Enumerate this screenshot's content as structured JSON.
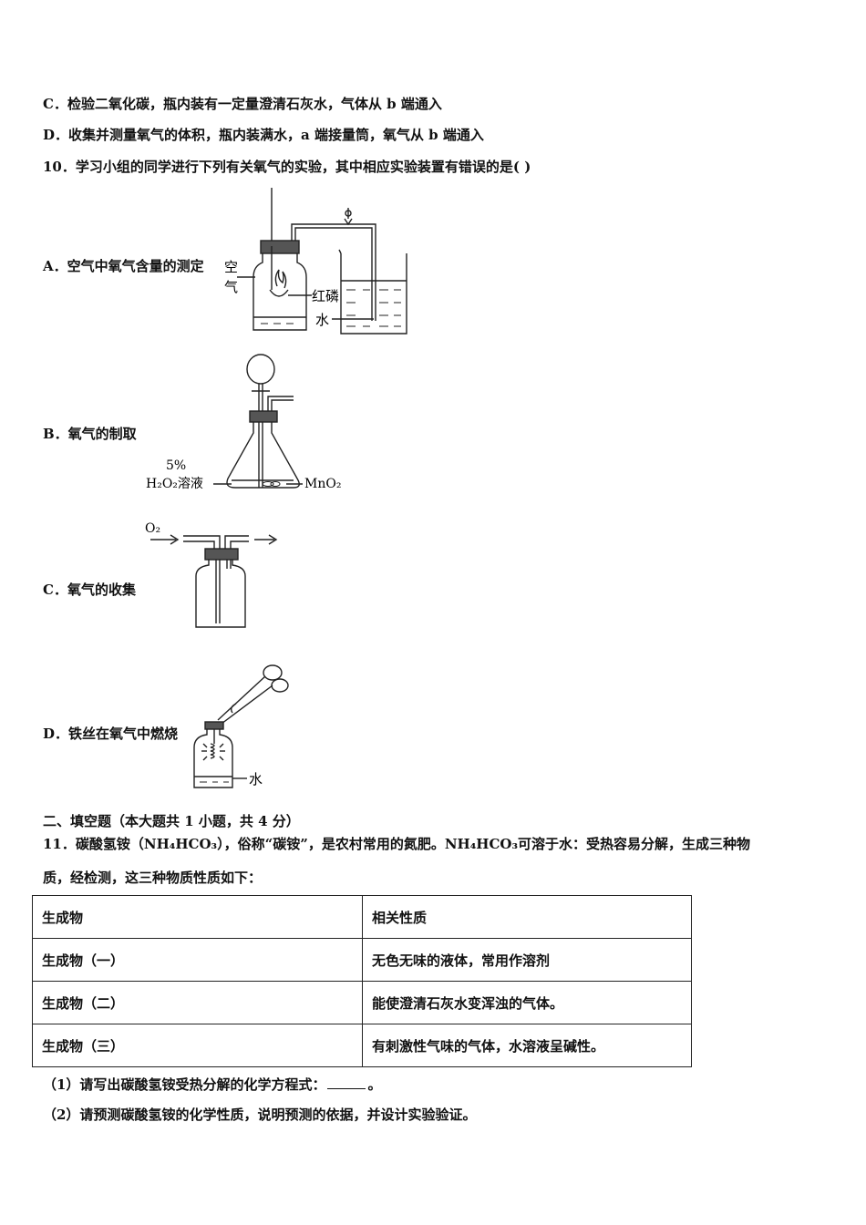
{
  "q9": {
    "option_c": "C．检验二氧化碳，瓶内装有一定量澄清石灰水，气体从 b 端通入",
    "option_d": "D．收集并测量氧气的体积，瓶内装满水，a 端接量筒，氧气从 b 端通入"
  },
  "q10": {
    "stem": "10．学习小组的同学进行下列有关氧气的实验，其中相应实验装置有错误的是(    )",
    "option_a": "A．空气中氧气含量的测定",
    "option_b": "B．氧气的制取",
    "option_c": "C．氧气的收集",
    "option_d": "D．铁丝在氧气中燃烧",
    "fig_a": {
      "air_1": "空",
      "air_2": "气",
      "phosphorus": "红磷",
      "water": "水"
    },
    "fig_b": {
      "percent": "5%",
      "solution": "H₂O₂溶液",
      "catalyst": "MnO₂"
    },
    "fig_c": {
      "gas": "O₂"
    },
    "fig_d": {
      "water": "水"
    }
  },
  "section2": {
    "heading": "二、填空题（本大题共 1 小题，共 4 分）",
    "q11_line1": "11．碳酸氢铵（NH₄HCO₃），俗称“碳铵”，是农村常用的氮肥。NH₄HCO₃可溶于水：受热容易分解，生成三种物",
    "q11_line2": "质，经检测，这三种物质性质如下：",
    "table": {
      "headers": [
        "生成物",
        "相关性质"
      ],
      "rows": [
        [
          "生成物（一）",
          "无色无味的液体，常用作溶剂"
        ],
        [
          "生成物（二）",
          "能使澄清石灰水变浑浊的气体。"
        ],
        [
          "生成物（三）",
          "有刺激性气味的气体，水溶液呈碱性。"
        ]
      ]
    },
    "sub1_prefix": "（1）请写出碳酸氢铵受热分解的化学方程式：",
    "sub1_suffix": "。",
    "sub2": "（2）请预测碳酸氢铵的化学性质，说明预测的依据，并设计实验验证。"
  }
}
